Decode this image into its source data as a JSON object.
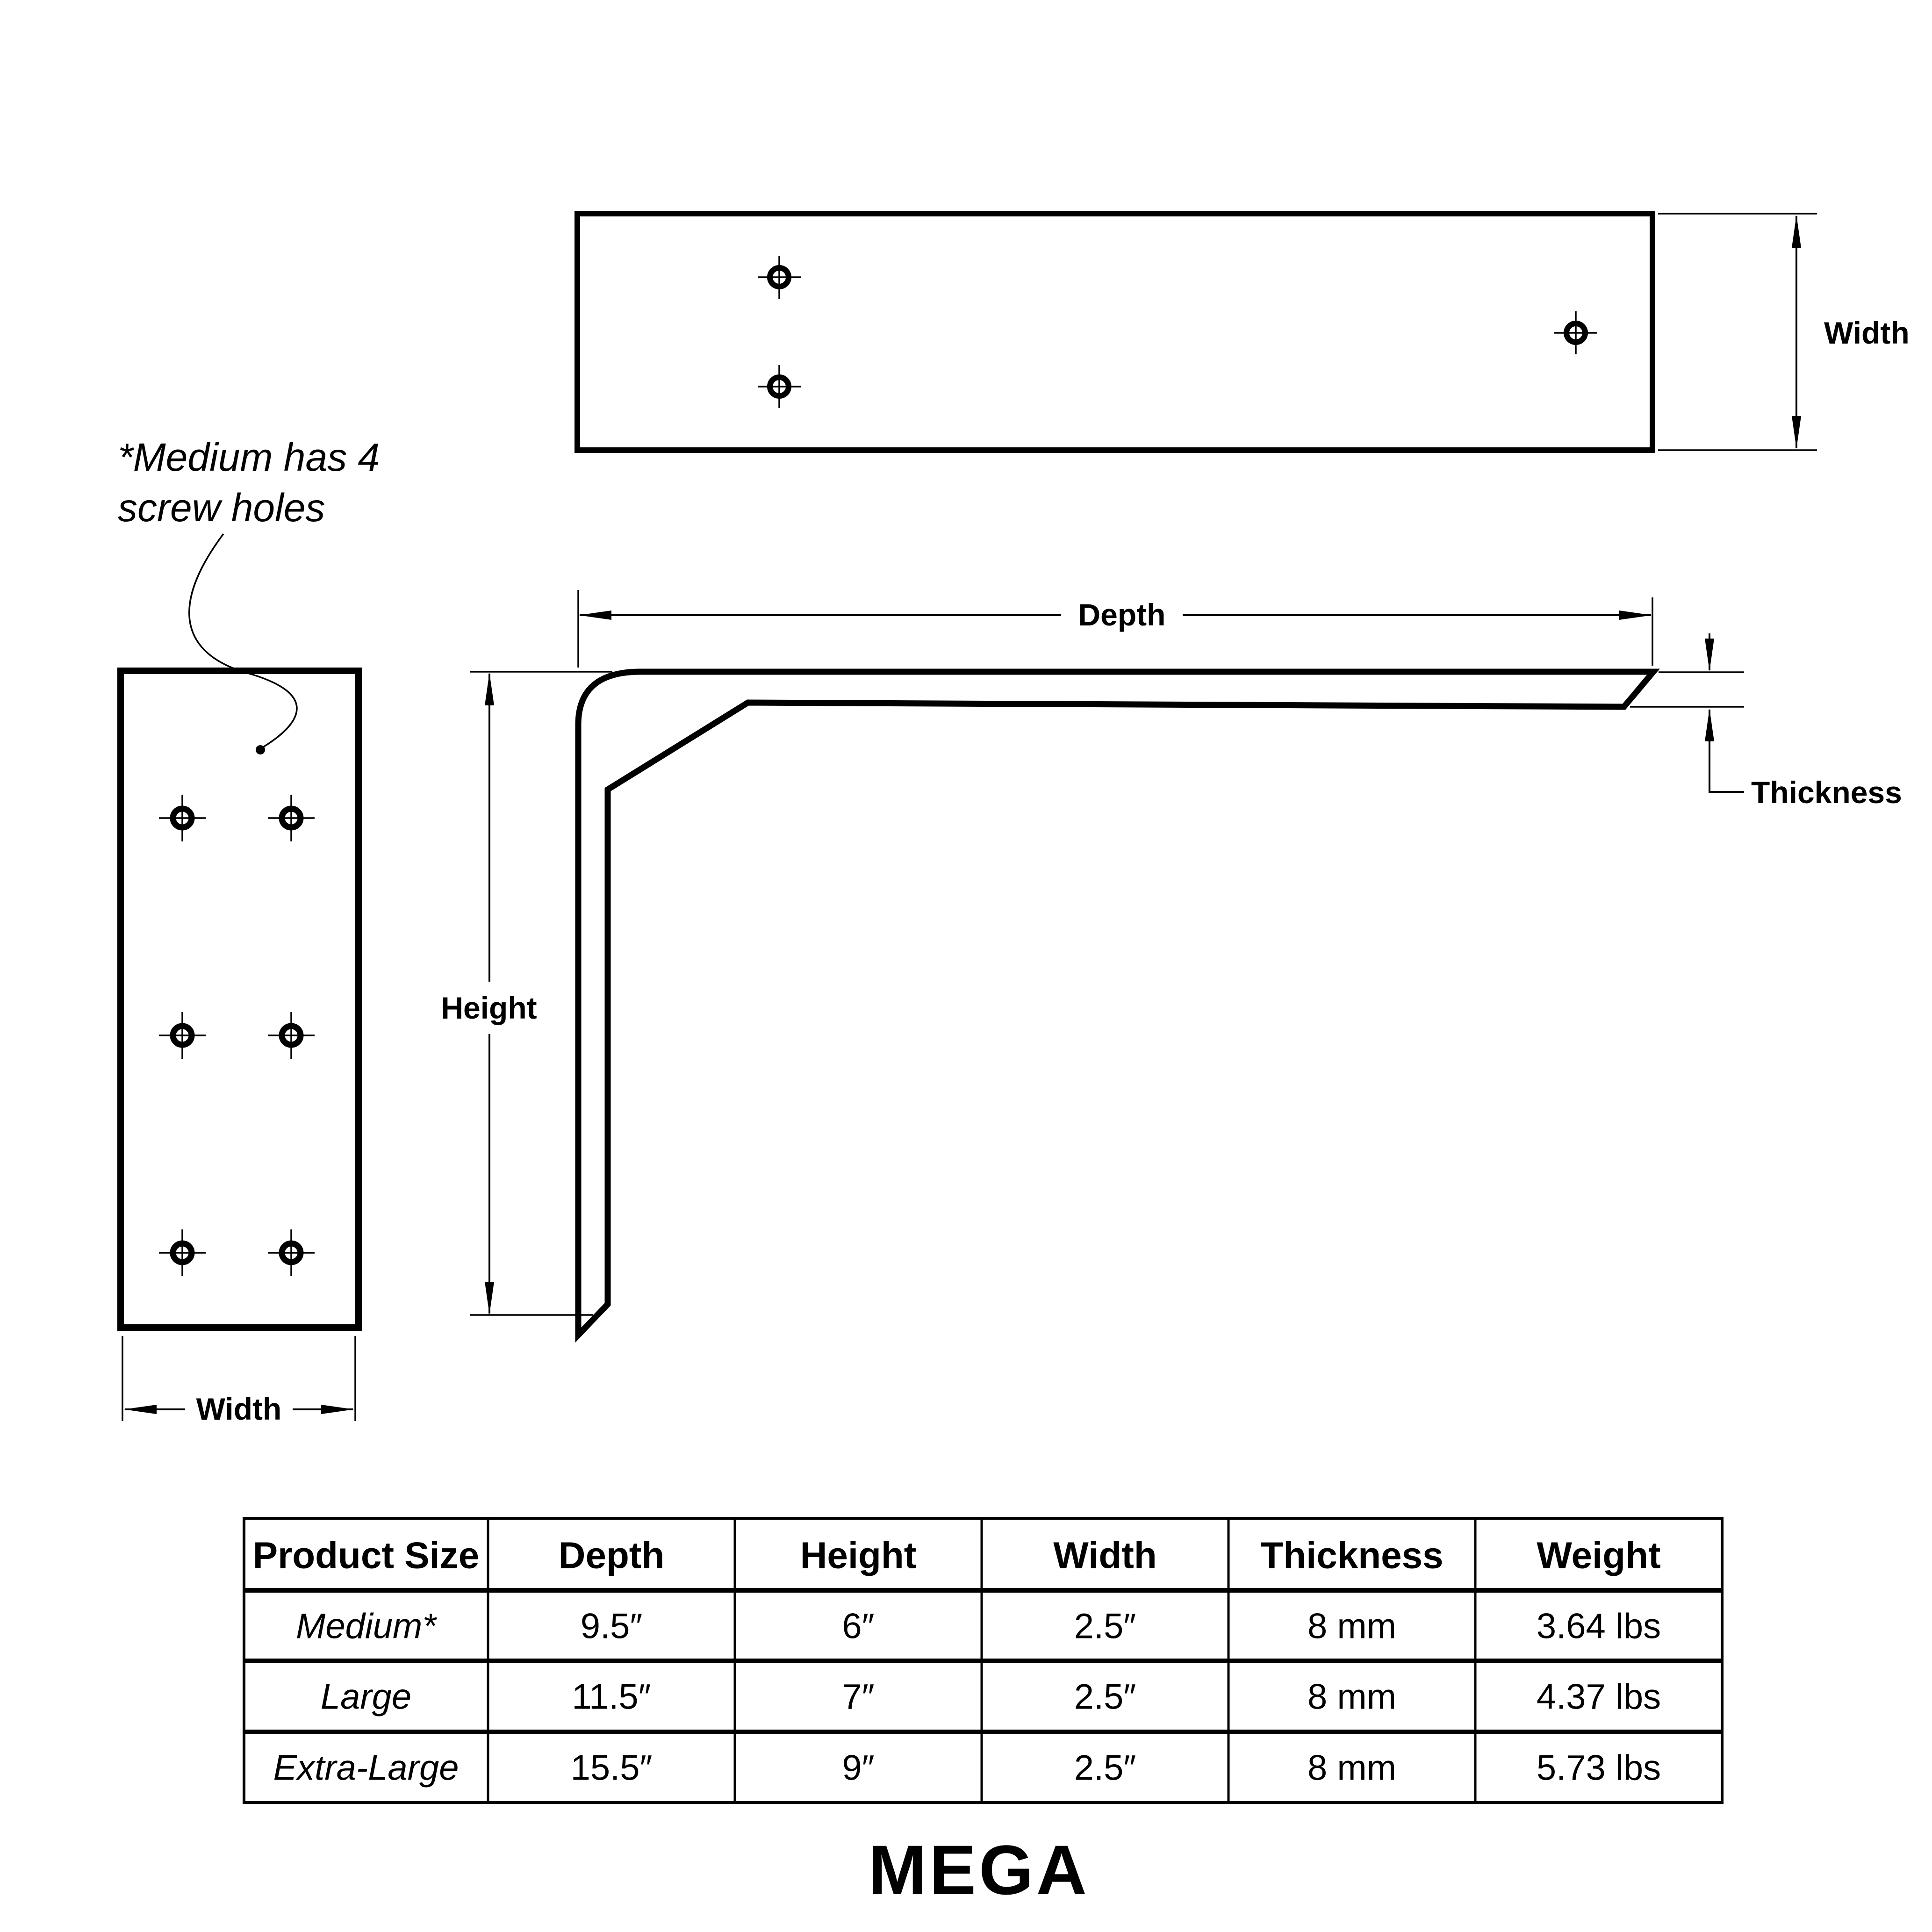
{
  "title": "MEGA",
  "note": {
    "line1": "*Medium has 4",
    "line2": "screw holes"
  },
  "labels": {
    "width_top": "Width",
    "width_front": "Width",
    "depth": "Depth",
    "height": "Height",
    "thickness": "Thickness"
  },
  "table": {
    "headers": [
      "Product Size",
      "Depth",
      "Height",
      "Width",
      "Thickness",
      "Weight"
    ],
    "rows": [
      [
        "Medium*",
        "9.5″",
        "6″",
        "2.5″",
        "8 mm",
        "3.64 lbs"
      ],
      [
        "Large",
        "11.5″",
        "7″",
        "2.5″",
        "8 mm",
        "4.37 lbs"
      ],
      [
        "Extra-Large",
        "15.5″",
        "9″",
        "2.5″",
        "8 mm",
        "5.73 lbs"
      ]
    ]
  },
  "colors": {
    "ink": "#000000",
    "paper": "#ffffff"
  }
}
